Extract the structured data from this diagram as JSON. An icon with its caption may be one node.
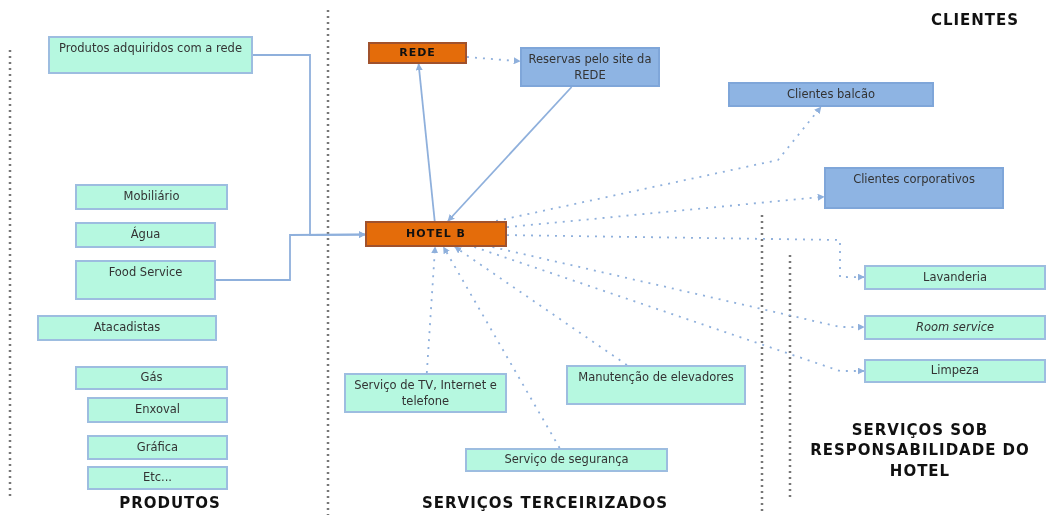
{
  "diagram": {
    "nodes": [
      {
        "text": [
          "Produtos adquiridos com a rede"
        ]
      },
      {
        "text": [
          "Mobiliário"
        ]
      },
      {
        "text": [
          "Água"
        ]
      },
      {
        "text": [
          "Food Service"
        ]
      },
      {
        "text": [
          "Atacadistas"
        ]
      },
      {
        "text": [
          "Gás"
        ]
      },
      {
        "text": [
          "Enxoval"
        ]
      },
      {
        "text": [
          "Gráfica"
        ]
      },
      {
        "text": [
          "Etc..."
        ]
      },
      {
        "text": [
          "REDE"
        ]
      },
      {
        "text": [
          "Reservas pelo site da REDE"
        ]
      },
      {
        "text": [
          "HOTEL  B"
        ]
      },
      {
        "text": [
          "Clientes balcão"
        ]
      },
      {
        "text": [
          "Clientes corporativos"
        ]
      },
      {
        "text": [
          "Serviço de TV, Internet e telefone"
        ]
      },
      {
        "text": [
          "Manutenção de elevadores"
        ]
      },
      {
        "text": [
          "Serviço de segurança"
        ]
      },
      {
        "text": [
          "Lavanderia"
        ]
      },
      {
        "text": [
          "Room service"
        ]
      },
      {
        "text": [
          "Limpeza"
        ]
      }
    ],
    "edges": [
      {
        "from": 11,
        "to": 9,
        "arrow": "to"
      },
      {
        "from": 9,
        "to": 10,
        "arrow": "to",
        "style": "dashed"
      },
      {
        "from": 10,
        "to": 11,
        "arrow": "to"
      },
      {
        "from": 0,
        "to": 11,
        "arrow": "to"
      },
      {
        "from": 3,
        "to": 11,
        "arrow": "to"
      },
      {
        "from": 14,
        "to": 11,
        "arrow": "to",
        "style": "dashed"
      },
      {
        "from": 16,
        "to": 11,
        "arrow": "to",
        "style": "dashed"
      },
      {
        "from": 15,
        "to": 11,
        "arrow": "to",
        "style": "dashed"
      },
      {
        "from": 11,
        "to": 12,
        "arrow": "to",
        "style": "dashed"
      },
      {
        "from": 11,
        "to": 13,
        "arrow": "to",
        "style": "dashed"
      },
      {
        "from": 11,
        "to": 17,
        "arrow": "to",
        "style": "dashed"
      },
      {
        "from": 11,
        "to": 18,
        "arrow": "to",
        "style": "dashed"
      },
      {
        "from": 11,
        "to": 19,
        "arrow": "to",
        "style": "dashed"
      }
    ],
    "labels": [
      "CLIENTES",
      "PRODUTOS",
      "SERVIÇOS TERCEIRIZADOS",
      "SERVIÇOS SOB RESPONSABILIDADE DO HOTEL"
    ]
  }
}
